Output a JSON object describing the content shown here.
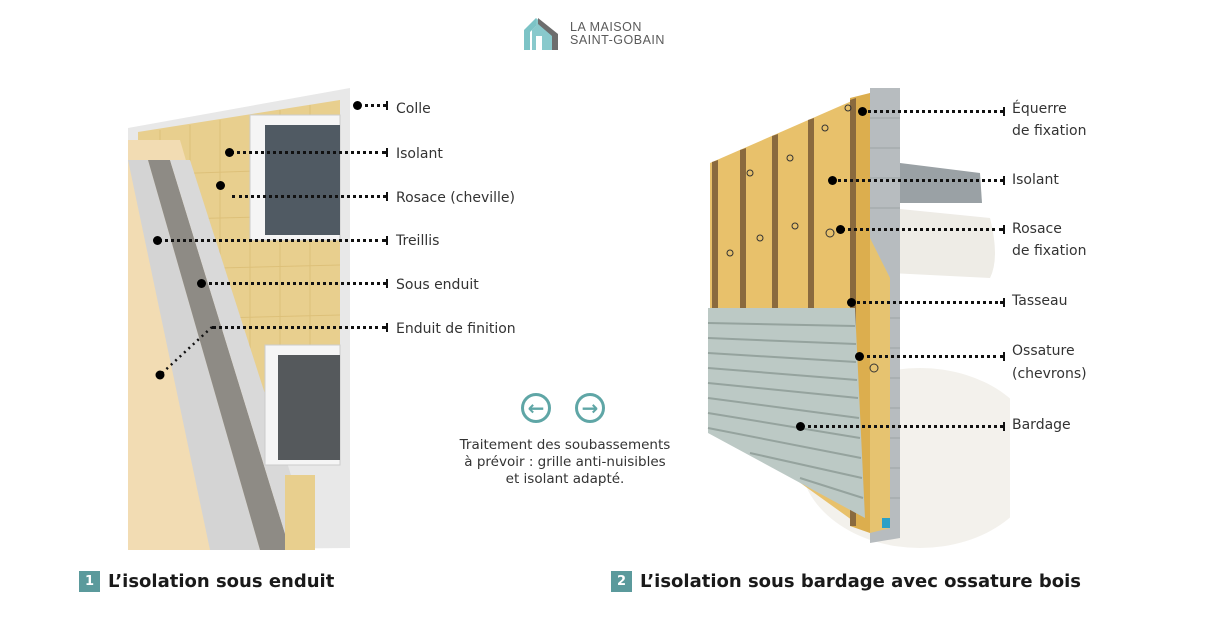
{
  "logo": {
    "line1": "LA MAISON",
    "line2": "SAINT-GOBAIN",
    "icon": "house-logo-icon",
    "colors": {
      "teal": "#7cc3c6",
      "gray": "#6d6d6d"
    }
  },
  "left_diagram": {
    "number": "1",
    "title": "L’isolation sous enduit",
    "labels": [
      "Colle",
      "Isolant",
      "Rosace (cheville)",
      "Treillis",
      "Sous enduit",
      "Enduit de finition"
    ]
  },
  "right_diagram": {
    "number": "2",
    "title": "L’isolation sous bardage avec ossature bois",
    "labels": [
      {
        "line1": "Équerre",
        "line2": "de fixation"
      },
      {
        "line1": "Isolant",
        "line2": ""
      },
      {
        "line1": "Rosace",
        "line2": "de fixation"
      },
      {
        "line1": "Tasseau",
        "line2": ""
      },
      {
        "line1": "Ossature",
        "line2": "(chevrons)"
      },
      {
        "line1": "Bardage",
        "line2": ""
      }
    ]
  },
  "navigation": {
    "prev_icon": "arrow-left-icon",
    "next_icon": "arrow-right-icon",
    "prev_glyph": "←",
    "next_glyph": "→",
    "accent": "#5fa6a6"
  },
  "note": {
    "line1": "Traitement des soubassements",
    "line2": "à prévoir : grille anti-nuisibles",
    "line3": "et isolant adapté."
  },
  "colors": {
    "insulation": "#e8cf8e",
    "render": "#f2dcb3",
    "mesh": "#7c7c7c",
    "badge": "#5b9a9c",
    "cladding": "#bcc9c5",
    "masonry": "#b7bcbf"
  }
}
